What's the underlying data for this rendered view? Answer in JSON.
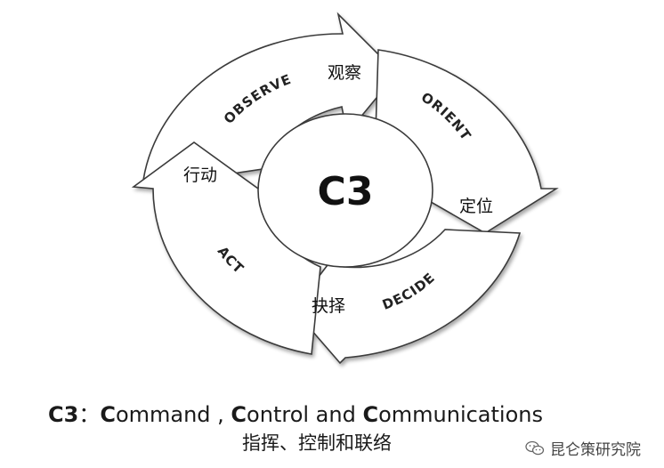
{
  "diagram": {
    "center_label": "C3",
    "phases": [
      {
        "key": "observe",
        "en": "OBSERVE",
        "cn": "观察"
      },
      {
        "key": "orient",
        "en": "ORIENT",
        "cn": "定位"
      },
      {
        "key": "decide",
        "en": "DECIDE",
        "cn": "抉择"
      },
      {
        "key": "act",
        "en": "ACT",
        "cn": "行动"
      }
    ]
  },
  "caption": {
    "en_prefix": "C3",
    "en_sep": "：",
    "words": [
      {
        "initial": "C",
        "rest": "ommand , "
      },
      {
        "initial": "C",
        "rest": "ontrol and "
      },
      {
        "initial": "C",
        "rest": "ommunications"
      }
    ],
    "cn": "指挥、控制和联络"
  },
  "watermark": {
    "text": "昆仑策研究院",
    "icon": "wechat-icon"
  }
}
